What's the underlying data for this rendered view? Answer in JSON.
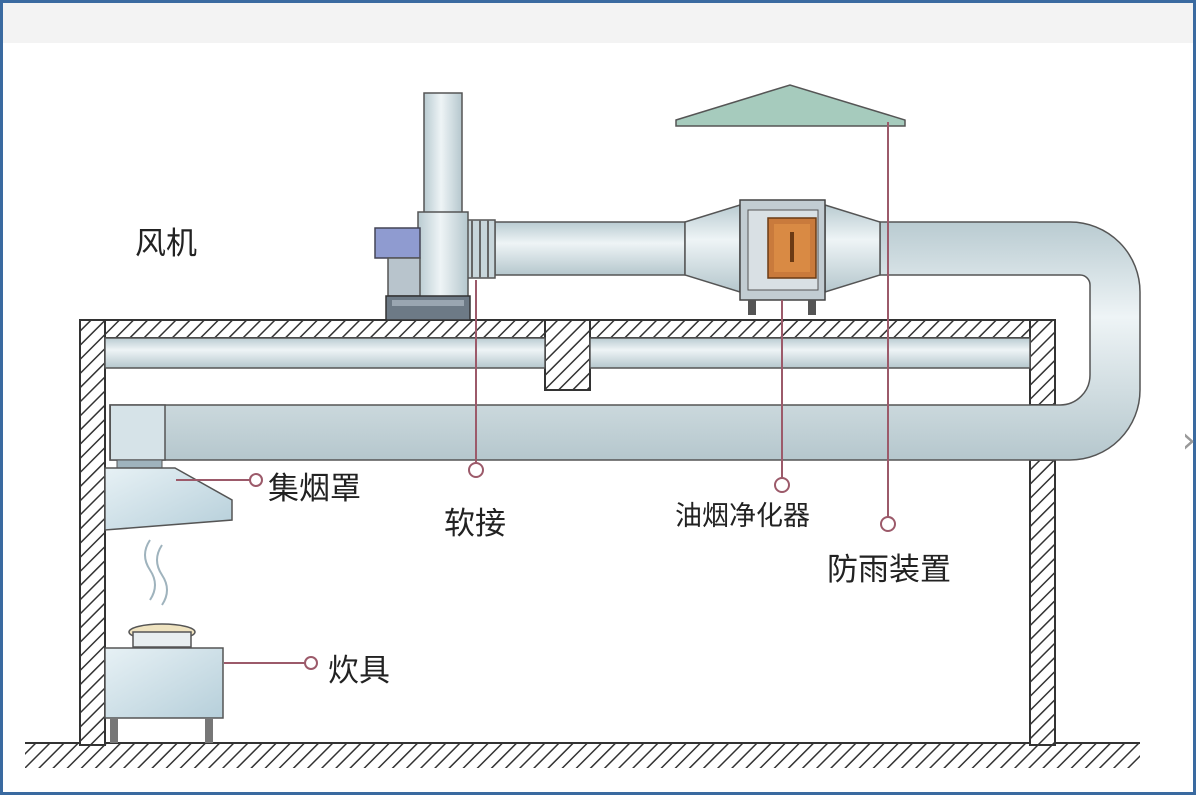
{
  "labels": {
    "fan": "风机",
    "hood": "集烟罩",
    "soft_joint": "软接",
    "purifier": "油烟净化器",
    "rain_guard": "防雨装置",
    "cooker": "炊具"
  },
  "colors": {
    "frame_border": "#3a6aa0",
    "duct": "#cfdde2",
    "leader": "#9c5a6a",
    "rain_cap": "#a6cbbd",
    "purifier_door": "#c97a3c"
  },
  "icons": {
    "next_arrow": "chevron-right-icon"
  }
}
